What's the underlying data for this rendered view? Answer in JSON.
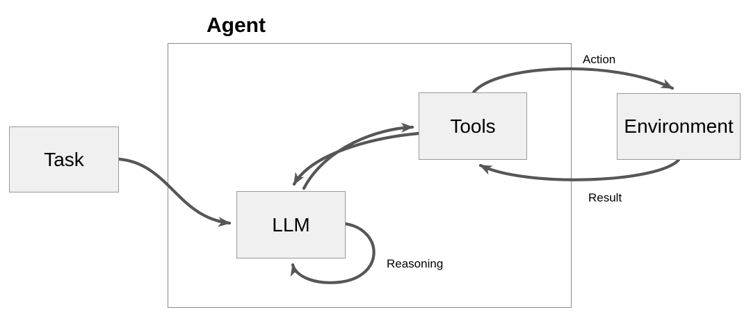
{
  "diagram": {
    "container": {
      "title": "Agent"
    },
    "nodes": [
      {
        "id": "task",
        "label": "Task"
      },
      {
        "id": "llm",
        "label": "LLM"
      },
      {
        "id": "tools",
        "label": "Tools"
      },
      {
        "id": "environment",
        "label": "Environment"
      }
    ],
    "edges": [
      {
        "from": "task",
        "to": "llm",
        "label": ""
      },
      {
        "from": "llm",
        "to": "tools",
        "label": ""
      },
      {
        "from": "tools",
        "to": "llm",
        "label": ""
      },
      {
        "from": "tools",
        "to": "environment",
        "label": "Action"
      },
      {
        "from": "environment",
        "to": "tools",
        "label": "Result"
      },
      {
        "from": "llm",
        "to": "llm",
        "label": "Reasoning"
      }
    ],
    "colors": {
      "background": "#ffffff",
      "node_fill": "#f0f0f0",
      "node_border": "#999999",
      "container_border": "#888888",
      "arrow": "#565656",
      "text": "#000000"
    }
  }
}
